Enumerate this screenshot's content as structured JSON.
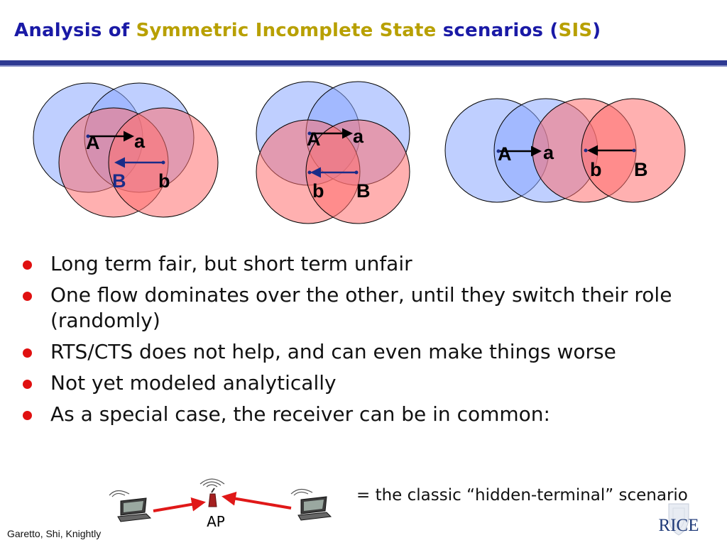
{
  "slide": {
    "title_part1": "Analysis of ",
    "title_part2": "Symmetric Incomplete State",
    "title_part3": " scenarios (",
    "title_part4": "SIS",
    "title_part5": ")"
  },
  "diagram1": {
    "label_A": "A",
    "label_a": "a",
    "label_B": "B",
    "label_b": "b"
  },
  "diagram2": {
    "label_A": "A",
    "label_a": "a",
    "label_b": "b",
    "label_B": "B"
  },
  "diagram3": {
    "label_A": "A",
    "label_a": "a",
    "label_b": "b",
    "label_B": "B"
  },
  "bullets": [
    "Long term fair, but short term unfair",
    "One flow dominates over the other, until they switch their role (randomly)",
    "RTS/CTS does not help, and can even make things worse",
    "Not yet modeled analytically",
    "As a special case, the receiver can be in common:"
  ],
  "network": {
    "ap_label": "AP"
  },
  "note": "= the classic “hidden-terminal” scenario",
  "footer": "Garetto, Shi, Knightly",
  "logo": {
    "text": "RICE"
  },
  "colors": {
    "title_blue": "#1a1aa6",
    "title_gold": "#b8a000",
    "circle_blue": "#8aa8ff",
    "circle_red": "#ff6f6f",
    "bullet_red": "#e01010",
    "arrow_red": "#e01818"
  }
}
